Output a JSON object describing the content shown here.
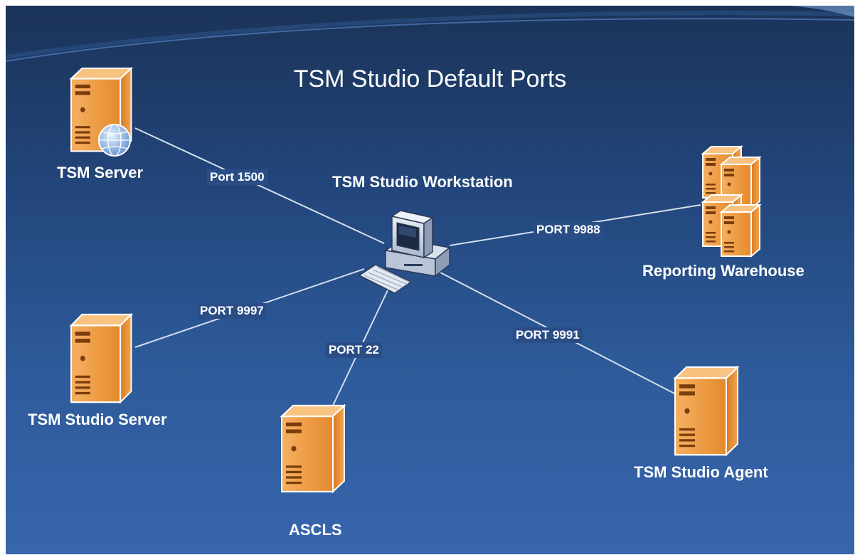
{
  "title": "TSM Studio Default Ports",
  "colors": {
    "background_top": "#1b3358",
    "background_bottom": "#3866ad",
    "server_orange": "#f0a048",
    "connector": "#d4deee",
    "text": "#ffffff"
  },
  "nodes": {
    "tsm_server": {
      "label": "TSM Server",
      "icon": "web-server-icon"
    },
    "workstation": {
      "label": "TSM Studio Workstation",
      "icon": "workstation-icon"
    },
    "reporting_warehouse": {
      "label": "Reporting Warehouse",
      "icon": "server-cluster-icon"
    },
    "studio_server": {
      "label": "TSM Studio Server",
      "icon": "server-icon"
    },
    "ascls": {
      "label": "ASCLS",
      "icon": "server-icon"
    },
    "studio_agent": {
      "label": "TSM Studio Agent",
      "icon": "server-icon"
    }
  },
  "connections": [
    {
      "from": "TSM Server",
      "to": "TSM Studio Workstation",
      "label": "Port 1500"
    },
    {
      "from": "TSM Studio Workstation",
      "to": "Reporting Warehouse",
      "label": "PORT 9988"
    },
    {
      "from": "TSM Studio Server",
      "to": "TSM Studio Workstation",
      "label": "PORT 9997"
    },
    {
      "from": "ASCLS",
      "to": "TSM Studio Workstation",
      "label": "PORT 22"
    },
    {
      "from": "TSM Studio Workstation",
      "to": "TSM Studio Agent",
      "label": "PORT 9991"
    }
  ]
}
